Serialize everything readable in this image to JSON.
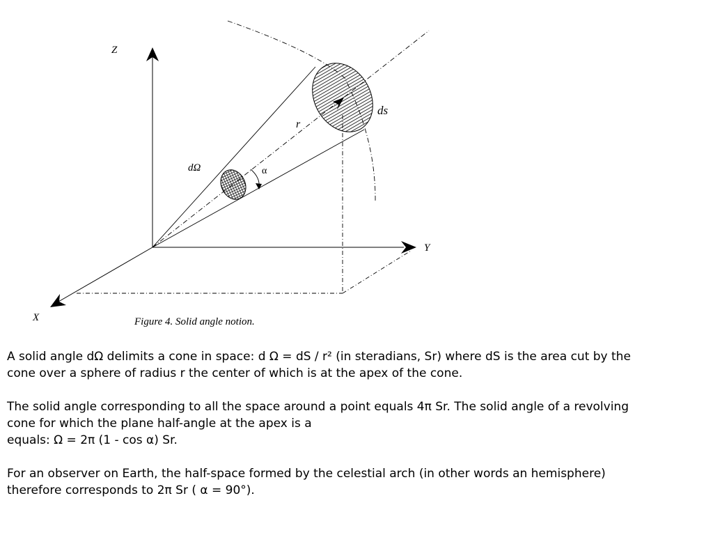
{
  "figure": {
    "axis_x": "X",
    "axis_y": "Y",
    "axis_z": "Z",
    "label_solid_angle": "dΩ",
    "label_radius": "r",
    "label_surface": "ds",
    "label_alpha": "α",
    "caption": "Figure 4. Solid angle notion."
  },
  "text": {
    "p1_line1": "A solid angle dΩ delimits a cone in space: d Ω = dS / r² (in steradians, Sr) where dS is the area cut by the",
    "p1_line2": "cone over a sphere of radius r the center of which is at the apex of the cone.",
    "p2_line1": "The solid angle corresponding to all the space around a point equals 4π Sr. The solid angle of a revolving",
    "p2_line2": "cone for which the plane half-angle at the apex is a",
    "p2_line3": "equals: Ω = 2π (1 - cos α) Sr.",
    "p3_line1": "For an observer on Earth, the half-space formed by the celestial arch (in other words an hemisphere)",
    "p3_line2": "therefore corresponds to 2π Sr ( α = 90°)."
  }
}
